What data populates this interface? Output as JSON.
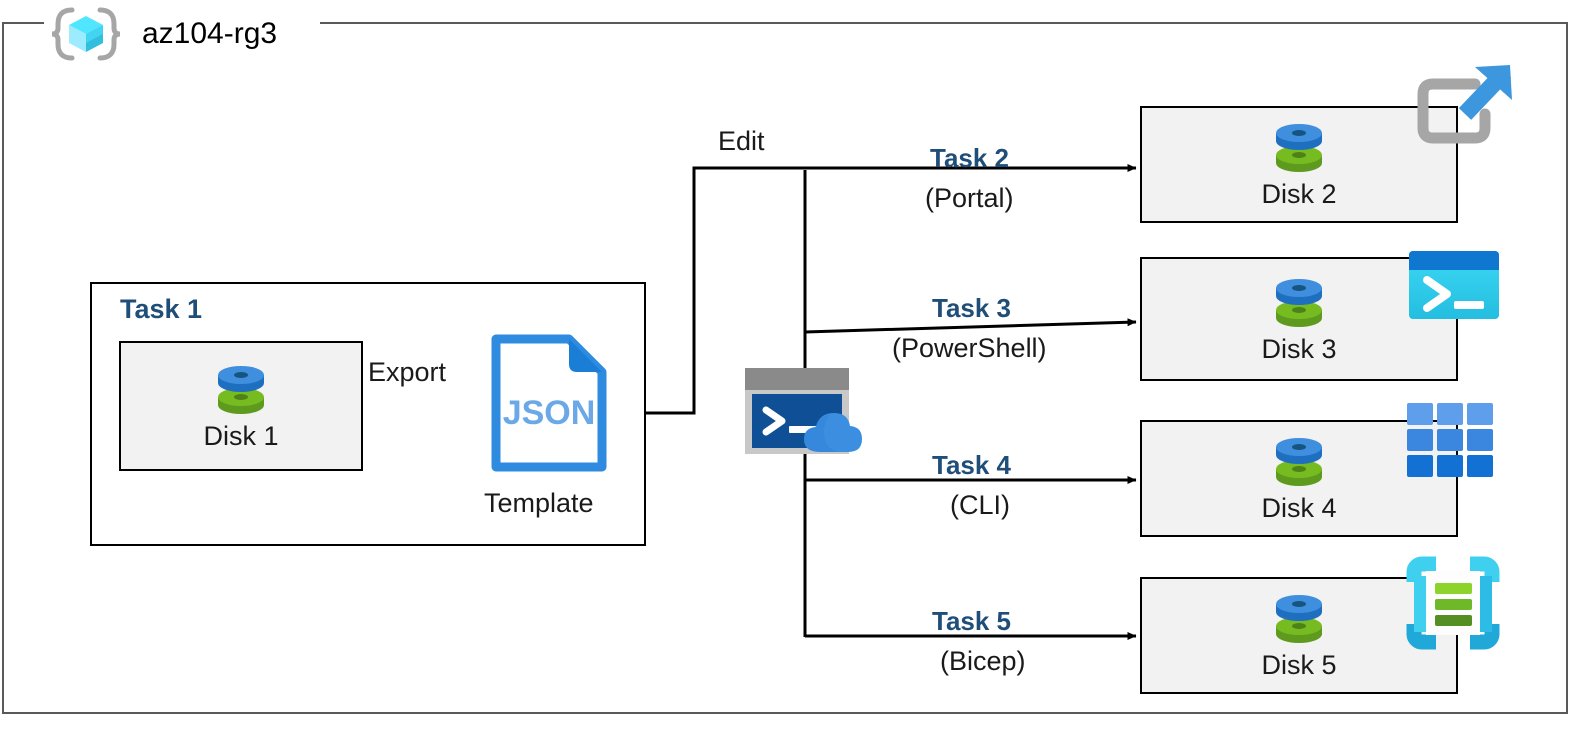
{
  "diagram": {
    "title": "az104-rg3",
    "resource_group_icon": "azure-resource-group-icon"
  },
  "task1": {
    "label": "Task 1",
    "disk": {
      "caption": "Disk 1",
      "icon": "managed-disk-icon"
    },
    "export_label": "Export",
    "template": {
      "file_text": "JSON",
      "caption": "Template",
      "icon": "json-file-icon"
    }
  },
  "middle": {
    "edit_label": "Edit",
    "cloud_shell_icon": "cloud-shell-icon"
  },
  "branches": [
    {
      "task": "Task 2",
      "method": "(Portal)",
      "disk_caption": "Disk 2",
      "icon": "azure-portal-icon"
    },
    {
      "task": "Task 3",
      "method": "(PowerShell)",
      "disk_caption": "Disk 3",
      "icon": "powershell-console-icon"
    },
    {
      "task": "Task 4",
      "method": "(CLI)",
      "disk_caption": "Disk 4",
      "icon": "azure-cli-grid-icon"
    },
    {
      "task": "Task 5",
      "method": "(Bicep)",
      "disk_caption": "Disk 5",
      "icon": "bicep-file-icon"
    }
  ],
  "colors": {
    "task_text": "#1F4E79",
    "frame_border": "#595959",
    "box_border": "#000000",
    "box_fill": "#f2f2f2",
    "disk_blue": "#3F8FDE",
    "disk_green": "#76BC21",
    "json_blue": "#2E8BE0",
    "cloud_blue": "#2E7CC4",
    "cyan": "#32C8F0"
  }
}
